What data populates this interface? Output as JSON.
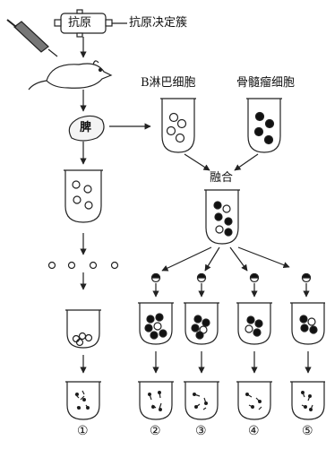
{
  "antigen": {
    "label": "抗原",
    "determinant_label": "抗原决定簇"
  },
  "spleen_label": "脾",
  "b_cell_label": "B淋巴细胞",
  "myeloma_label": "骨髓瘤细胞",
  "fusion_label": "融合",
  "tube_numbers": [
    "①",
    "②",
    "③",
    "④",
    "⑤"
  ]
}
